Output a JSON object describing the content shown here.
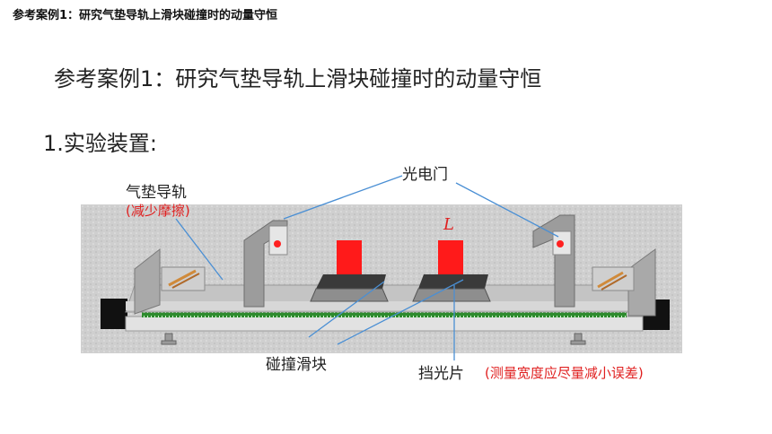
{
  "header": {
    "title": "参考案例1：研究气垫导轨上滑块碰撞时的动量守恒"
  },
  "main": {
    "title": "参考案例1：研究气垫导轨上滑块碰撞时的动量守恒",
    "section_heading": "1.实验装置:"
  },
  "diagram": {
    "labels": {
      "air_track": "气垫导轨",
      "air_track_note": "(减少摩擦)",
      "photogate": "光电门",
      "length_symbol": "L",
      "sliders": "碰撞滑块",
      "shutter": "挡光片",
      "shutter_note": "(测量宽度应尽量减小误差)"
    },
    "colors": {
      "background_panel": "#c9c9c9",
      "track": "#bdbdbd",
      "ruler": "#2e8b2e",
      "block": "#ff1a1a",
      "slider": "#3a3a3a",
      "annotation_line": "#4a8fd4",
      "note_red": "#e02020"
    }
  }
}
